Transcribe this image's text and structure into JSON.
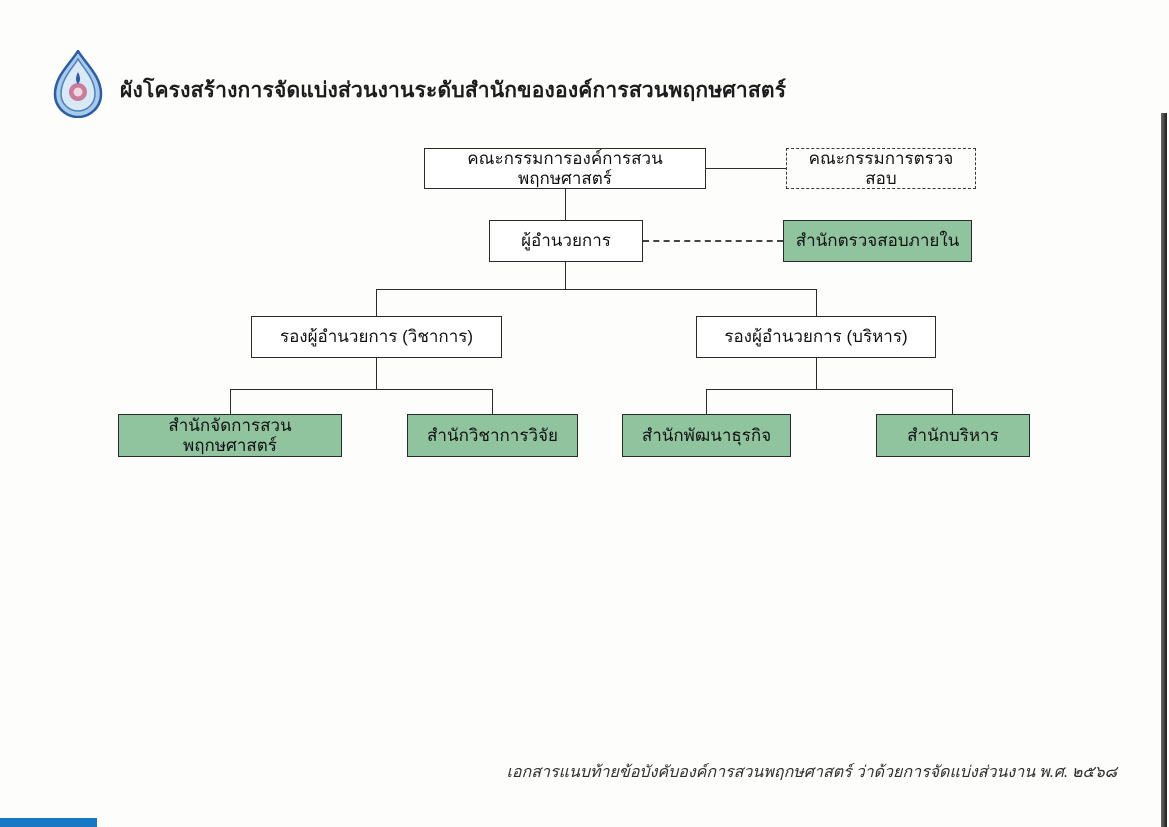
{
  "page": {
    "title": "ผังโครงสร้างการจัดแบ่งส่วนงานระดับสำนักขององค์การสวนพฤกษศาสตร์",
    "footer": "เอกสารแนบท้ายข้อบังคับองค์การสวนพฤกษศาสตร์ ว่าด้วยการจัดแบ่งส่วนงาน พ.ศ. ๒๕๖๘"
  },
  "chart": {
    "type": "org-chart",
    "nodes": {
      "board": {
        "label": "คณะกรรมการองค์การสวนพฤกษศาสตร์",
        "style": "solid-box",
        "level": 1
      },
      "audit_committee": {
        "label": "คณะกรรมการตรวจสอบ",
        "style": "dashed-box",
        "level": 1
      },
      "director": {
        "label": "ผู้อำนวยการ",
        "style": "solid-box",
        "level": 2,
        "reports_to": "board"
      },
      "internal_audit_office": {
        "label": "สำนักตรวจสอบภายใน",
        "style": "green-box",
        "level": 2,
        "linked_to": "director"
      },
      "deputy_academic": {
        "label": "รองผู้อำนวยการ (วิชาการ)",
        "style": "solid-box",
        "level": 3,
        "reports_to": "director"
      },
      "deputy_admin": {
        "label": "รองผู้อำนวยการ (บริหาร)",
        "style": "solid-box",
        "level": 3,
        "reports_to": "director"
      },
      "office_garden_management": {
        "label": "สำนักจัดการสวนพฤกษศาสตร์",
        "style": "green-box",
        "level": 4,
        "reports_to": "deputy_academic"
      },
      "office_research": {
        "label": "สำนักวิชาการวิจัย",
        "style": "green-box",
        "level": 4,
        "reports_to": "deputy_academic"
      },
      "office_business_development": {
        "label": "สำนักพัฒนาธุรกิจ",
        "style": "green-box",
        "level": 4,
        "reports_to": "deputy_admin"
      },
      "office_administration": {
        "label": "สำนักบริหาร",
        "style": "green-box",
        "level": 4,
        "reports_to": "deputy_admin"
      }
    }
  },
  "colors": {
    "box_green": "#90c49e",
    "line_color": "#2b2b2b",
    "logo_blue": "#2b5ca8",
    "scan_strip_blue": "#1778c6"
  }
}
